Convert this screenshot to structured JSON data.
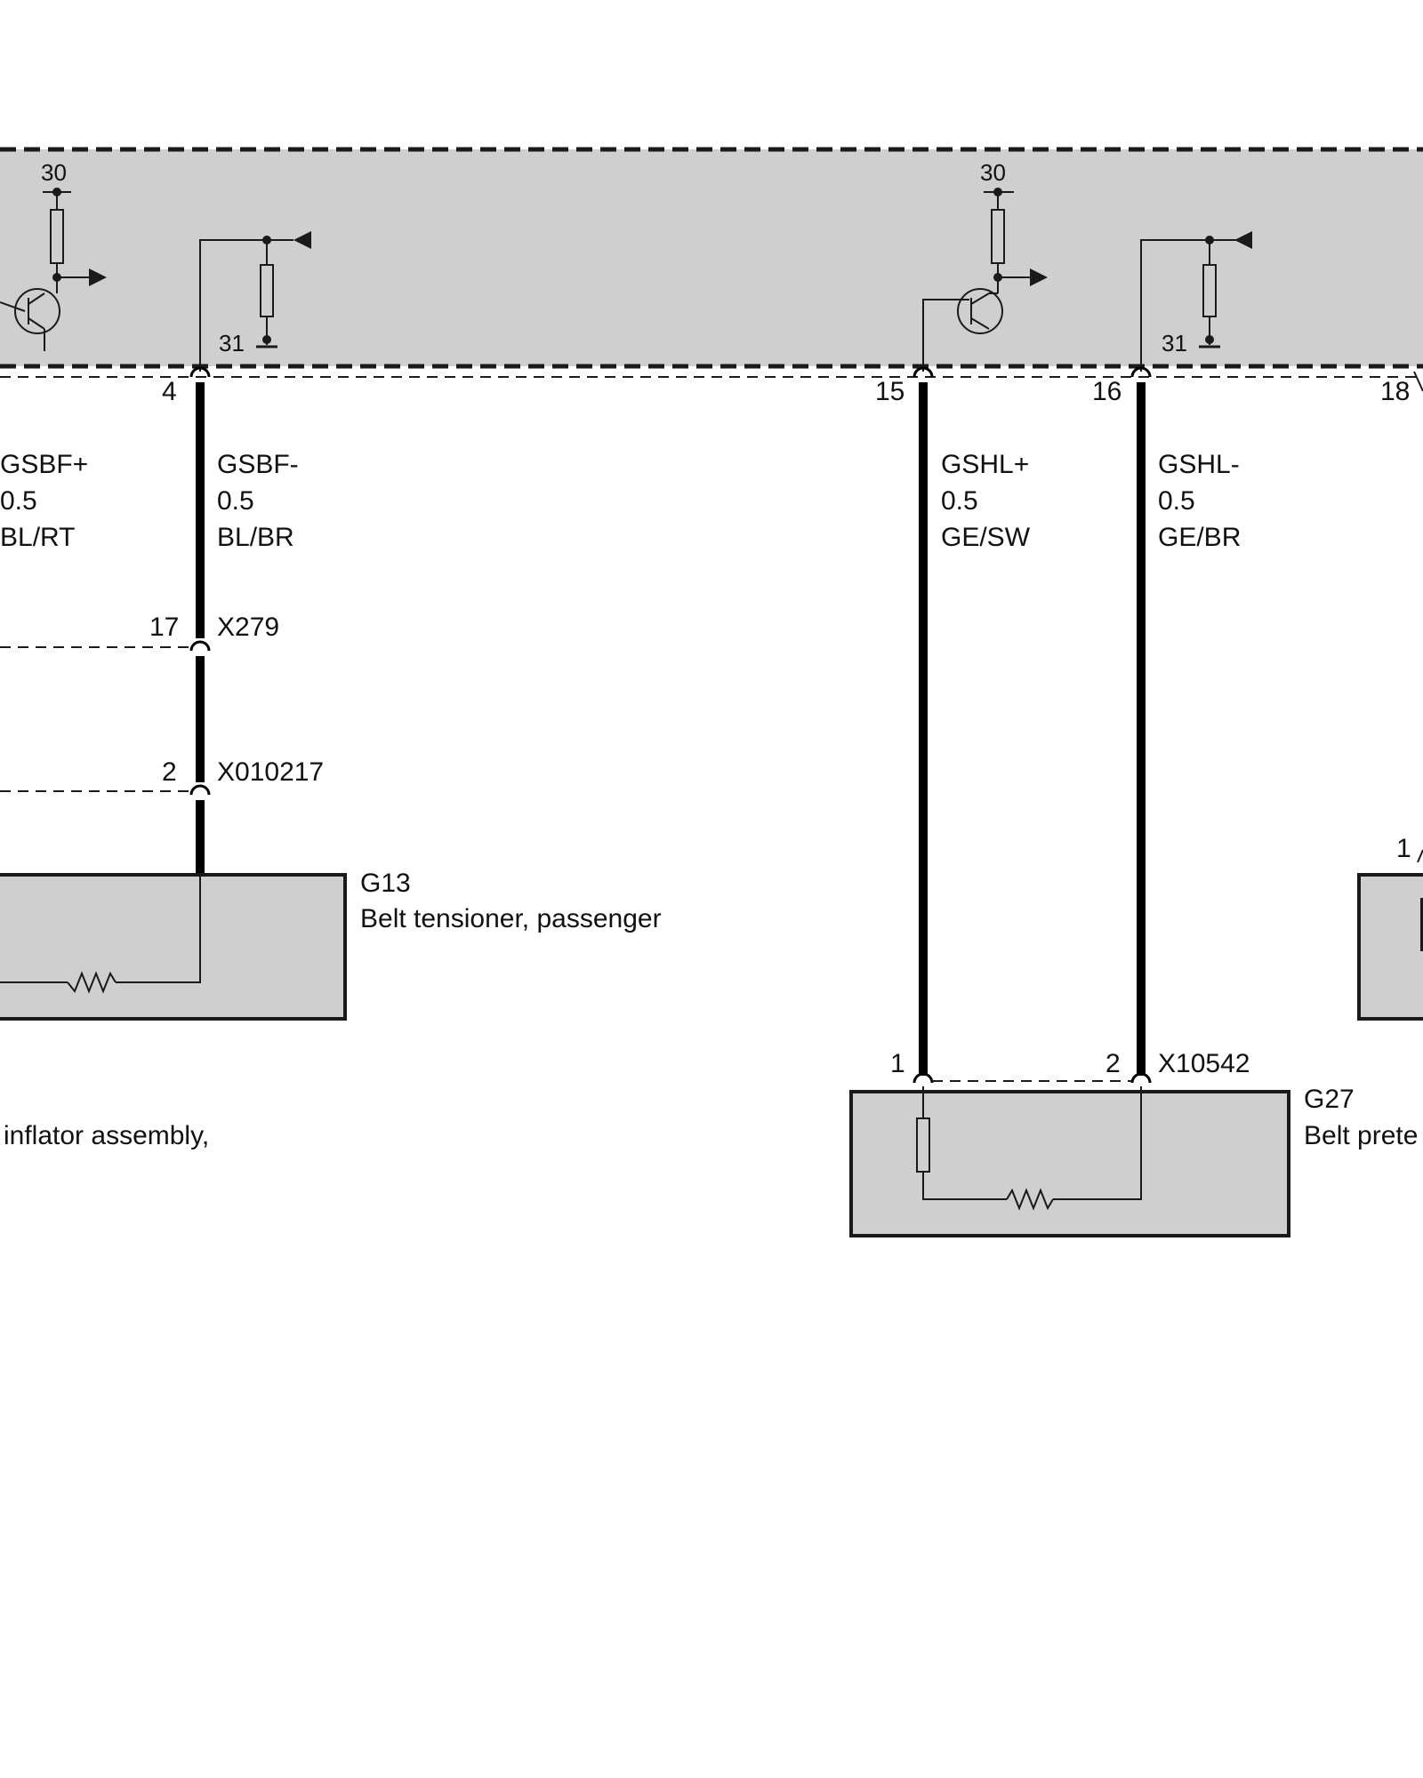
{
  "control_unit": {
    "left_block": {
      "supply": "30",
      "ground": "31"
    },
    "right_block": {
      "supply": "30",
      "ground": "31"
    },
    "pins": {
      "p4": "4",
      "p15": "15",
      "p16": "16",
      "p18": "18"
    }
  },
  "wires": {
    "gsbf_plus": {
      "signal": "GSBF+",
      "size": "0.5",
      "color": "BL/RT"
    },
    "gsbf_minus": {
      "signal": "GSBF-",
      "size": "0.5",
      "color": "BL/BR"
    },
    "gshl_plus": {
      "signal": "GSHL+",
      "size": "0.5",
      "color": "GE/SW"
    },
    "gshl_minus": {
      "signal": "GSHL-",
      "size": "0.5",
      "color": "GE/BR"
    }
  },
  "connectors": {
    "x279": {
      "id": "X279",
      "pin": "17"
    },
    "x010217": {
      "id": "X010217",
      "pin": "2"
    },
    "x10542": {
      "id": "X10542",
      "pin_a": "1",
      "pin_b": "2"
    }
  },
  "components": {
    "g13": {
      "id": "G13",
      "name": "Belt tensioner, passenger"
    },
    "g27": {
      "id": "G27",
      "name": "Belt prete"
    },
    "left_partial": {
      "name": "inflator assembly,"
    },
    "right_partial": {
      "pin": "1"
    }
  },
  "colors": {
    "module_fill": "#cfcfcf",
    "line": "#1a1a1a",
    "wire": "#000000",
    "background": "#ffffff"
  }
}
